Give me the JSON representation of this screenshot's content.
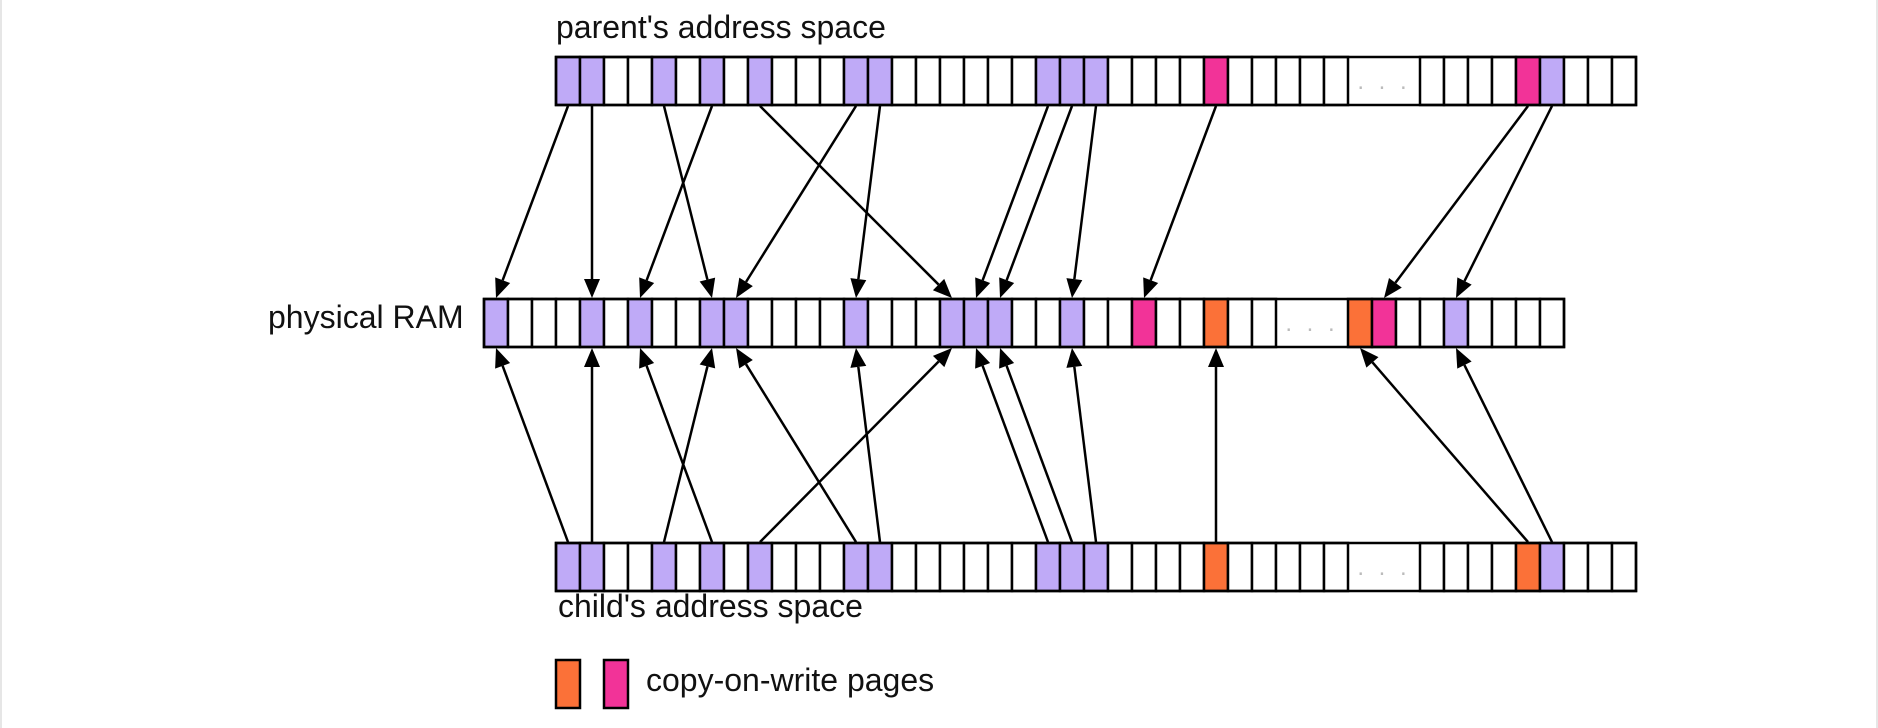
{
  "labels": {
    "parent": "parent's address space",
    "ram": "physical RAM",
    "child": "child's address space",
    "legend": "copy-on-write pages",
    "ellipsis": ". . ."
  },
  "colors": {
    "shared": "#bfaaf7",
    "cow_parent": "#f23398",
    "cow_child": "#fb7138",
    "empty": "#ffffff",
    "frame": "#e6e6e6"
  },
  "rows": {
    "parent": {
      "cells": 45,
      "shared": [
        0,
        1,
        4,
        6,
        8,
        12,
        13,
        20,
        21,
        22,
        41
      ],
      "cow_parent": [
        27,
        40
      ],
      "cow_child": [],
      "gap": 33
    },
    "ram": {
      "cells": 45,
      "shared": [
        0,
        4,
        6,
        9,
        10,
        15,
        19,
        20,
        21,
        24,
        40
      ],
      "cow_parent": [
        27,
        37
      ],
      "cow_child": [
        30,
        36
      ],
      "gap": 33
    },
    "child": {
      "cells": 45,
      "shared": [
        0,
        1,
        4,
        6,
        8,
        12,
        13,
        20,
        21,
        22,
        41
      ],
      "cow_parent": [],
      "cow_child": [
        27,
        40
      ],
      "gap": 33
    }
  },
  "mappings_parent_to_ram": [
    [
      0,
      0
    ],
    [
      1,
      4
    ],
    [
      4,
      9
    ],
    [
      6,
      6
    ],
    [
      8,
      19
    ],
    [
      12,
      10
    ],
    [
      13,
      15
    ],
    [
      20,
      20
    ],
    [
      21,
      21
    ],
    [
      22,
      24
    ],
    [
      27,
      27
    ],
    [
      40,
      37
    ],
    [
      41,
      40
    ]
  ],
  "mappings_child_to_ram": [
    [
      0,
      0
    ],
    [
      1,
      4
    ],
    [
      4,
      9
    ],
    [
      6,
      6
    ],
    [
      8,
      19
    ],
    [
      12,
      10
    ],
    [
      13,
      15
    ],
    [
      20,
      20
    ],
    [
      21,
      21
    ],
    [
      22,
      24
    ],
    [
      27,
      30
    ],
    [
      40,
      36
    ],
    [
      41,
      40
    ]
  ]
}
